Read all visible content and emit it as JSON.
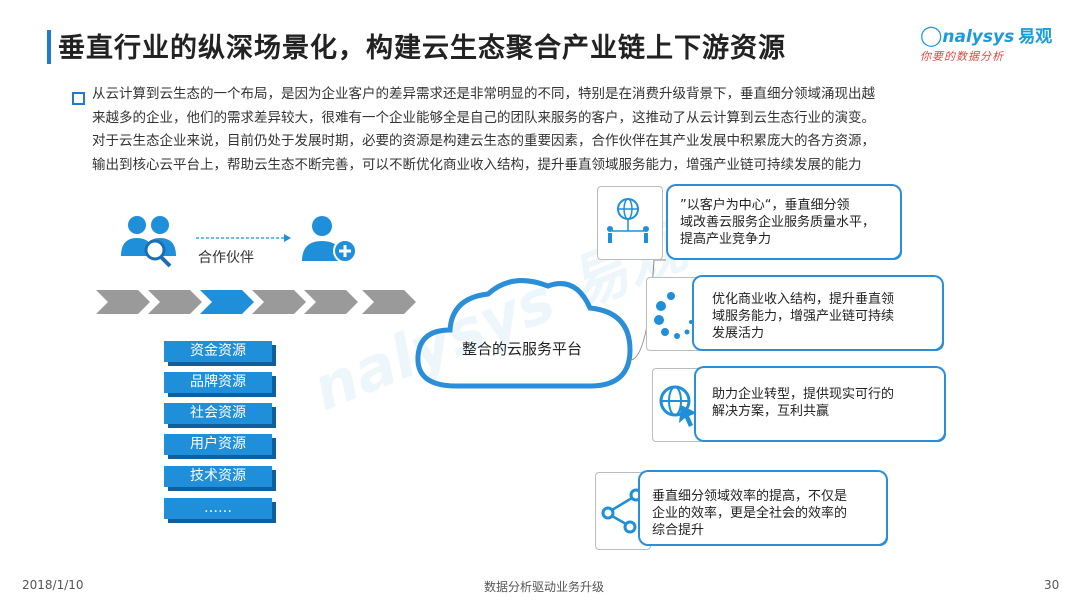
{
  "title": "垂直行业的纵深场景化，构建云生态聚合产业链上下游资源",
  "logo": {
    "brand_en": "nalysys",
    "brand_cn": "易观",
    "slogan": "你要的数据分析"
  },
  "intro_lines": [
    "从云计算到云生态的一个布局，是因为企业客户的差异需求还是非常明显的不同，特别是在消费升级背景下，垂直细分领域涌现出越",
    "来越多的企业，他们的需求差异较大，很难有一个企业能够全是自己的团队来服务的客户，这推动了从云计算到云生态行业的演变。",
    "对于云生态企业来说，目前仍处于发展时期，必要的资源是构建云生态的重要因素，合作伙伴在其产业发展中积累庞大的各方资源，",
    "输出到核心云平台上，帮助云生态不断完善，可以不断优化商业收入结构，提升垂直领域服务能力，增强产业链可持续发展的能力"
  ],
  "partner_label": "合作伙伴",
  "resources": [
    "资金资源",
    "品牌资源",
    "社会资源",
    "用户资源",
    "技术资源",
    "……"
  ],
  "cloud_label": "整合的云服务平台",
  "cards": [
    {
      "lines": [
        "”以客户为中心“，垂直细分领",
        "域改善云服务企业服务质量水平，",
        "提高产业竞争力"
      ]
    },
    {
      "lines": [
        "优化商业收入结构，提升垂直领",
        "域服务能力，增强产业链可持续",
        "发展活力"
      ]
    },
    {
      "lines": [
        "助力企业转型，提供现实可行的",
        "解决方案，互利共赢"
      ]
    },
    {
      "lines": [
        "垂直细分领域效率的提高，不仅是",
        "企业的效率，更是全社会的效率的",
        "综合提升"
      ]
    }
  ],
  "footer": {
    "date": "2018/1/10",
    "center": "数据分析驱动业务升级",
    "page": "30"
  },
  "colors": {
    "accent": "#1f7ad1",
    "resource_fill": "#1e8fd8",
    "cloud_stroke": "#2a8ed8"
  }
}
